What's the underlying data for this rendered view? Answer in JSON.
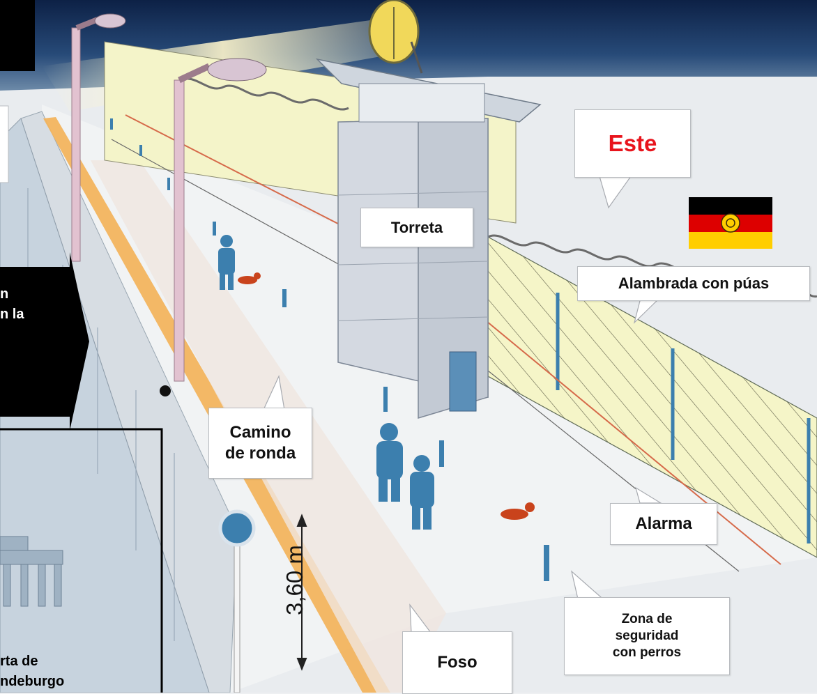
{
  "labels": {
    "este": "Este",
    "torreta": "Torreta",
    "alambrada": "Alambrada con púas",
    "camino": [
      "Camino",
      "de ronda"
    ],
    "alarma": "Alarma",
    "zona": [
      "Zona de",
      "seguridad",
      "con perros"
    ],
    "foso": "Foso",
    "height": "3,60 m",
    "arrow_fragment": [
      "n",
      "n la"
    ],
    "puerta_fragment": [
      "rta de",
      "ndeburgo"
    ]
  },
  "colors": {
    "este_text": "#e8141c",
    "sky_dark": "#13284d",
    "orange_strip": "#f2b45e",
    "fence_yellow": "#f3f3c4",
    "figure_blue": "#3c7fae",
    "dog": "#c9431c",
    "flag": [
      "#000000",
      "#dd0000",
      "#ffce00"
    ]
  },
  "icons": [
    "ddr-flag-icon",
    "searchlight-icon",
    "guard-icon",
    "dog-icon",
    "brandenburg-gate-icon"
  ]
}
